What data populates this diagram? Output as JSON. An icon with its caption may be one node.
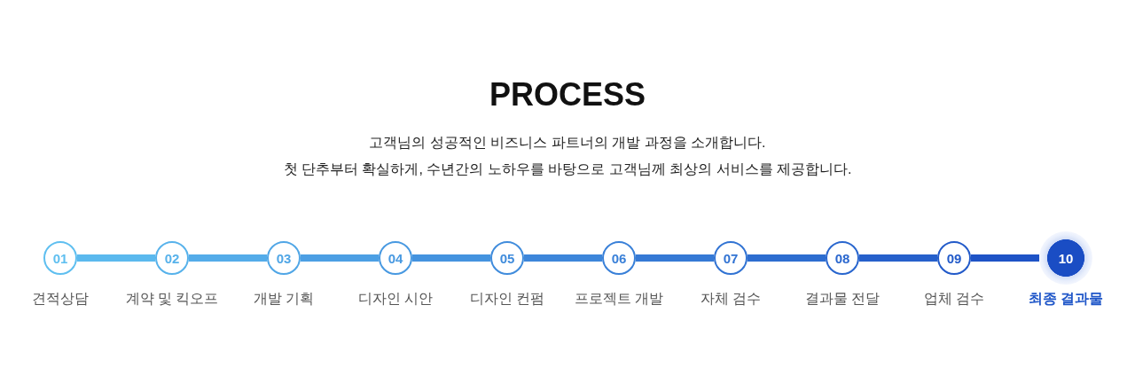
{
  "diagram": {
    "title": "PROCESS",
    "labels": [
      "고객님의 성공적인 비즈니스 파트너의 개발 과정을 소개합니다.",
      "첫 단추부터 확실하게, 수년간의 노하우를 바탕으로 고객님께 최상의 서비스를 제공합니다."
    ],
    "nodes": [
      {
        "text": [
          "01"
        ],
        "beside": [
          "견적상담"
        ]
      },
      {
        "text": [
          "02"
        ],
        "beside": [
          "계약 및 킥오프"
        ]
      },
      {
        "text": [
          "03"
        ],
        "beside": [
          "개발 기획"
        ]
      },
      {
        "text": [
          "04"
        ],
        "beside": [
          "디자인 시안"
        ]
      },
      {
        "text": [
          "05"
        ],
        "beside": [
          "디자인 컨펌"
        ]
      },
      {
        "text": [
          "06"
        ],
        "beside": [
          "프로젝트 개발"
        ]
      },
      {
        "text": [
          "07"
        ],
        "beside": [
          "자체 검수"
        ]
      },
      {
        "text": [
          "08"
        ],
        "beside": [
          "결과물 전달"
        ]
      },
      {
        "text": [
          "09"
        ],
        "beside": [
          "업체 검수"
        ]
      },
      {
        "text": [
          "10"
        ],
        "beside": [
          "최종 결과물"
        ]
      }
    ],
    "edges": [
      {
        "from": 0,
        "to": 1,
        "arrow": "none",
        "color": "#5bb9ee"
      },
      {
        "from": 1,
        "to": 2,
        "arrow": "none",
        "color": "#54ace9"
      },
      {
        "from": 2,
        "to": 3,
        "arrow": "none",
        "color": "#4c9fe4"
      },
      {
        "from": 3,
        "to": 4,
        "arrow": "none",
        "color": "#4493df"
      },
      {
        "from": 4,
        "to": 5,
        "arrow": "none",
        "color": "#3d86da"
      },
      {
        "from": 5,
        "to": 6,
        "arrow": "none",
        "color": "#3579d5"
      },
      {
        "from": 6,
        "to": 7,
        "arrow": "none",
        "color": "#2d6dd0"
      },
      {
        "from": 7,
        "to": 8,
        "arrow": "none",
        "color": "#2660cb"
      },
      {
        "from": 8,
        "to": 9,
        "arrow": "none",
        "color": "#1e53c6"
      }
    ]
  }
}
